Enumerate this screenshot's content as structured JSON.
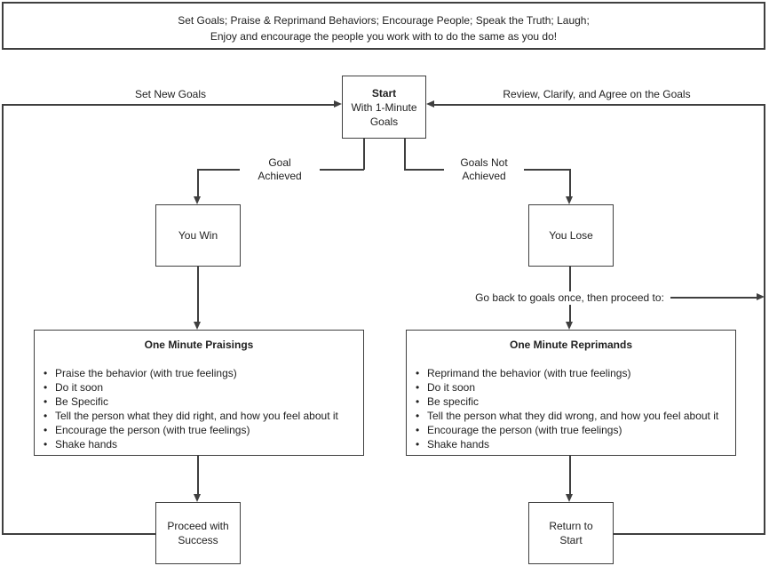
{
  "colors": {
    "line": "#3f3f3f",
    "text": "#212121",
    "background": "#ffffff"
  },
  "banner": {
    "line1": "Set Goals; Praise & Reprimand Behaviors; Encourage People; Speak the Truth; Laugh;",
    "line2": "Enjoy and encourage the people you work with to do the same as you do!"
  },
  "edge_labels": {
    "set_new_goals": "Set New Goals",
    "review_goals": "Review, Clarify, and Agree on the Goals",
    "goal_achieved_line1": "Goal",
    "goal_achieved_line2": "Achieved",
    "goals_not_achieved_line1": "Goals Not",
    "goals_not_achieved_line2": "Achieved",
    "go_back": "Go back to goals once, then proceed to:"
  },
  "nodes": {
    "start": {
      "title": "Start",
      "subtitle": "With 1-Minute Goals"
    },
    "you_win": {
      "label": "You Win"
    },
    "you_lose": {
      "label": "You Lose"
    },
    "praisings": {
      "title": "One Minute Praisings",
      "bullets": [
        "Praise the behavior (with true feelings)",
        "Do it soon",
        "Be Specific",
        "Tell the person what they did right, and how you feel about it",
        "Encourage the person (with true feelings)",
        "Shake hands"
      ]
    },
    "reprimands": {
      "title": "One Minute Reprimands",
      "bullets": [
        "Reprimand the behavior (with true feelings)",
        "Do it soon",
        "Be specific",
        "Tell the person what they did wrong, and how you feel about it",
        "Encourage the person (with true feelings)",
        "Shake hands"
      ]
    },
    "proceed_with_success": {
      "line1": "Proceed with",
      "line2": "Success"
    },
    "return_to_start": {
      "line1": "Return to",
      "line2": "Start"
    }
  }
}
